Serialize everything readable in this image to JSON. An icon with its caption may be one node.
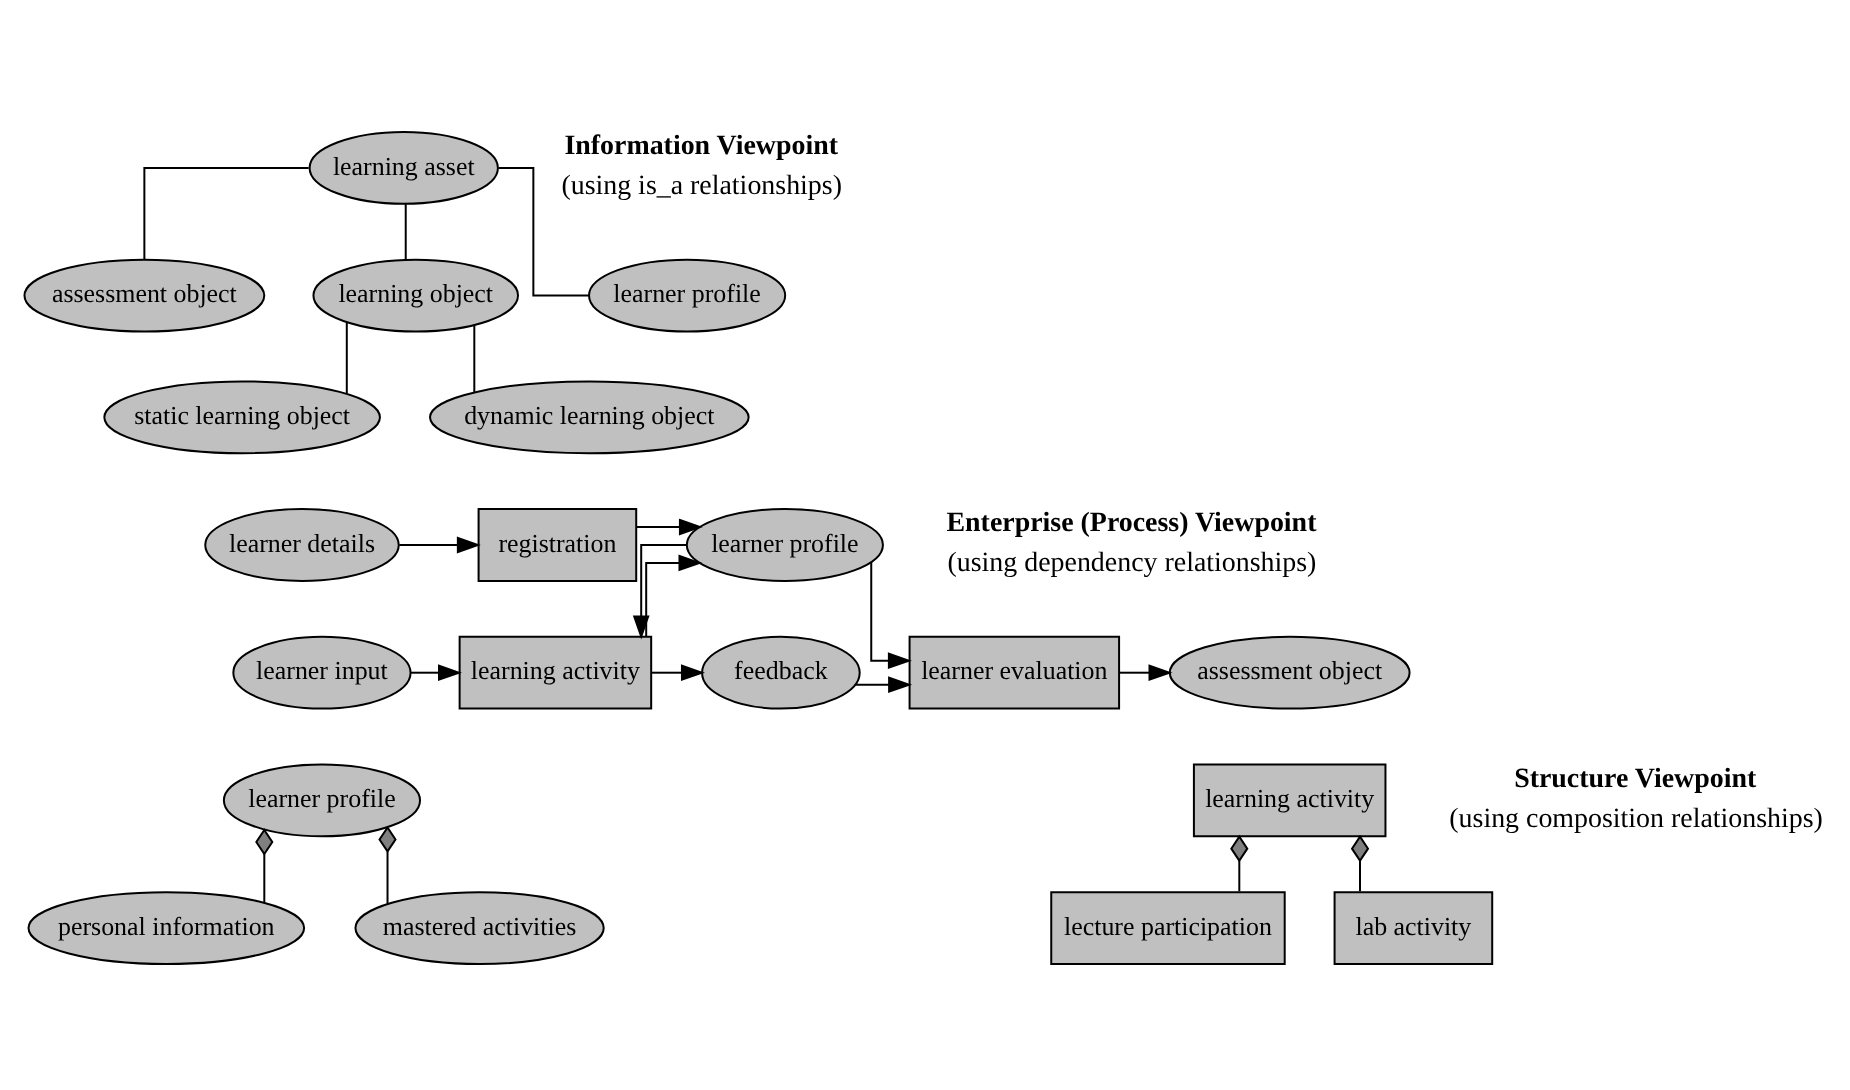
{
  "diagram": {
    "nodes": [
      {
        "text": [
          "learning asset"
        ]
      },
      {
        "text": [
          "learning object"
        ]
      },
      {
        "text": [
          "assessment object"
        ]
      },
      {
        "text": [
          "learner profile"
        ]
      },
      {
        "text": [
          "static learning object"
        ]
      },
      {
        "text": [
          "dynamic learning object"
        ]
      },
      {
        "text": [
          "learner details"
        ]
      },
      {
        "text": [
          "registration"
        ]
      },
      {
        "text": [
          "learner profile"
        ]
      },
      {
        "text": [
          "learner input"
        ]
      },
      {
        "text": [
          "learning activity"
        ]
      },
      {
        "text": [
          "feedback"
        ]
      },
      {
        "text": [
          "learner evaluation"
        ]
      },
      {
        "text": [
          "assessment object"
        ]
      },
      {
        "text": [
          "learner profile"
        ]
      },
      {
        "text": [
          "learning activity"
        ]
      },
      {
        "text": [
          "personal information"
        ]
      },
      {
        "text": [
          "mastered activities"
        ]
      },
      {
        "text": [
          "lecture participation"
        ]
      },
      {
        "text": [
          "lab activity"
        ]
      }
    ],
    "edges": [
      {
        "from": 0,
        "to": 1,
        "arrow": "none"
      },
      {
        "from": 0,
        "to": 2,
        "arrow": "none"
      },
      {
        "from": 0,
        "to": 3,
        "arrow": "none"
      },
      {
        "from": 1,
        "to": 4,
        "arrow": "none"
      },
      {
        "from": 1,
        "to": 5,
        "arrow": "none"
      },
      {
        "from": 6,
        "to": 7,
        "arrow": "to"
      },
      {
        "from": 7,
        "to": 8,
        "arrow": "to"
      },
      {
        "from": 8,
        "to": 10,
        "arrow": "to"
      },
      {
        "from": 10,
        "to": 8,
        "arrow": "to"
      },
      {
        "from": 9,
        "to": 10,
        "arrow": "to"
      },
      {
        "from": 10,
        "to": 11,
        "arrow": "to"
      },
      {
        "from": 8,
        "to": 12,
        "arrow": "to"
      },
      {
        "from": 11,
        "to": 12,
        "arrow": "to"
      },
      {
        "from": 12,
        "to": 13,
        "arrow": "to"
      },
      {
        "from": 14,
        "to": 16,
        "arrow": "other"
      },
      {
        "from": 14,
        "to": 17,
        "arrow": "other"
      },
      {
        "from": 15,
        "to": 18,
        "arrow": "other"
      },
      {
        "from": 15,
        "to": 19,
        "arrow": "other"
      }
    ],
    "labels": [
      "Information Viewpoint",
      "(using is_a relationships)",
      "Enterprise (Process) Viewpoint",
      "(using dependency relationships)",
      "Structure Viewpoint",
      "(using composition relationships)"
    ]
  }
}
